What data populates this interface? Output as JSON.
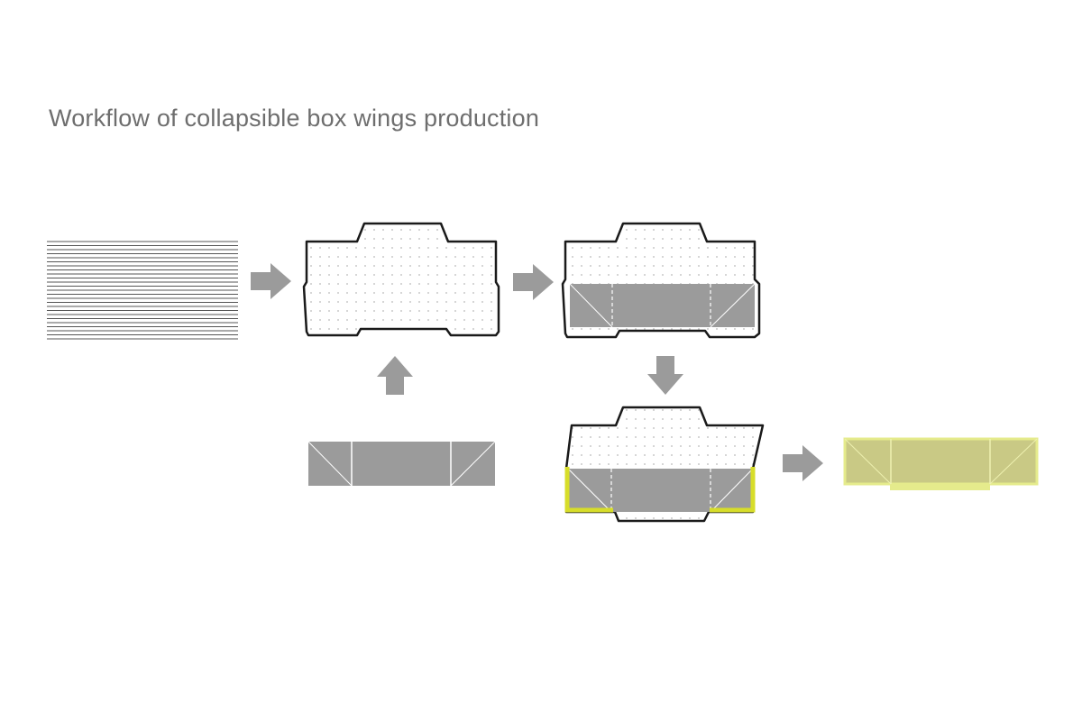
{
  "title": "Workflow of collapsible box wings production",
  "colors": {
    "arrow": "#9b9b9b",
    "outline": "#1a1a1a",
    "panel": "#9b9b9b",
    "lines": "#555555",
    "dots": "#b8b8b8",
    "highlight": "#d7dd2a",
    "final_fill": "#c9c985",
    "final_edge": "#e5eb8c"
  },
  "steps": [
    {
      "name": "lined-sheet"
    },
    {
      "name": "dotted-blank"
    },
    {
      "name": "blank-with-insert"
    },
    {
      "name": "folded-blank"
    },
    {
      "name": "finished-wing"
    },
    {
      "name": "wing-insert"
    }
  ],
  "arrows": [
    {
      "name": "arrow-right-1",
      "direction": "right"
    },
    {
      "name": "arrow-right-2",
      "direction": "right"
    },
    {
      "name": "arrow-up",
      "direction": "up"
    },
    {
      "name": "arrow-down",
      "direction": "down"
    },
    {
      "name": "arrow-right-3",
      "direction": "right"
    }
  ]
}
